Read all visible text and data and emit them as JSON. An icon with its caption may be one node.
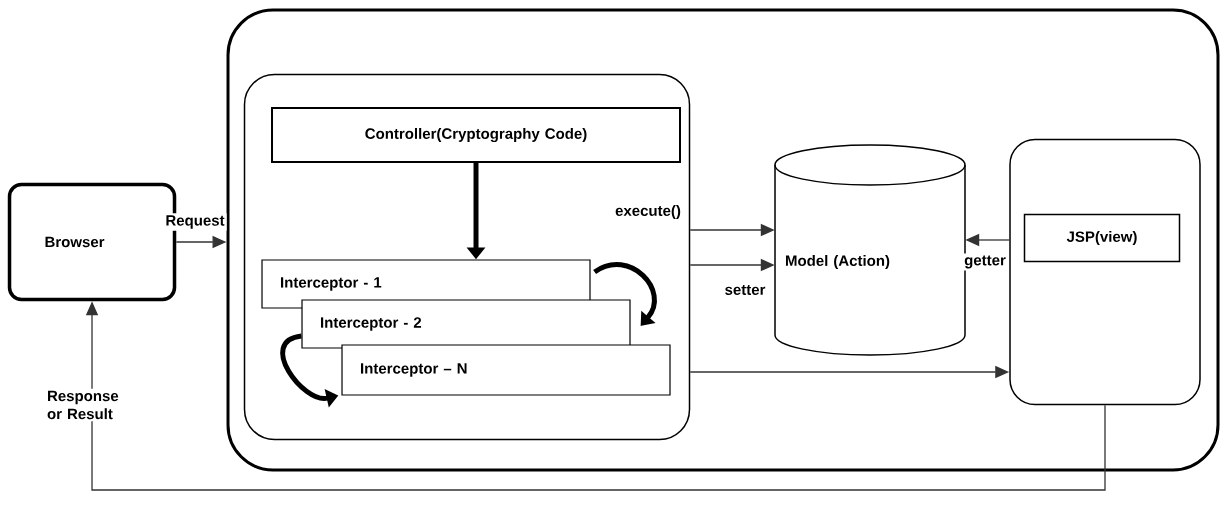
{
  "diagram": {
    "nodes": [
      {
        "text": [
          "Browser"
        ]
      },
      {
        "text": [],
        "shape": "box"
      },
      {
        "text": [],
        "shape": "box",
        "in": 1
      },
      {
        "text": [
          "Controller(Cryptography Code)"
        ],
        "in": 2
      },
      {
        "text": [
          "Interceptor - 1"
        ],
        "in": 2
      },
      {
        "text": [
          "Interceptor - 2"
        ],
        "in": 2
      },
      {
        "text": [
          "Interceptor – N"
        ],
        "in": 2
      },
      {
        "text": [
          "Model (Action)"
        ],
        "in": 1
      },
      {
        "text": [],
        "shape": "box",
        "in": 1
      },
      {
        "text": [
          "JSP(view)"
        ],
        "in": 8
      }
    ],
    "edges": [
      {
        "from": 0,
        "to": 1,
        "arrow": "to",
        "label": "Request"
      },
      {
        "from": 3,
        "to": 4,
        "arrow": "to",
        "style": "thick"
      },
      {
        "from": 4,
        "to": 5,
        "arrow": "to",
        "style": "thick"
      },
      {
        "from": 5,
        "to": 6,
        "arrow": "to",
        "style": "thick"
      },
      {
        "from": 2,
        "to": 7,
        "arrow": "to",
        "label": "execute()"
      },
      {
        "from": 2,
        "to": 7,
        "arrow": "to",
        "label": "setter"
      },
      {
        "from": 8,
        "to": 7,
        "arrow": "to",
        "label": "getter"
      },
      {
        "from": 2,
        "to": 8,
        "arrow": "to"
      },
      {
        "from": 8,
        "to": 0,
        "arrow": "to",
        "label": "Response or Result"
      }
    ]
  }
}
